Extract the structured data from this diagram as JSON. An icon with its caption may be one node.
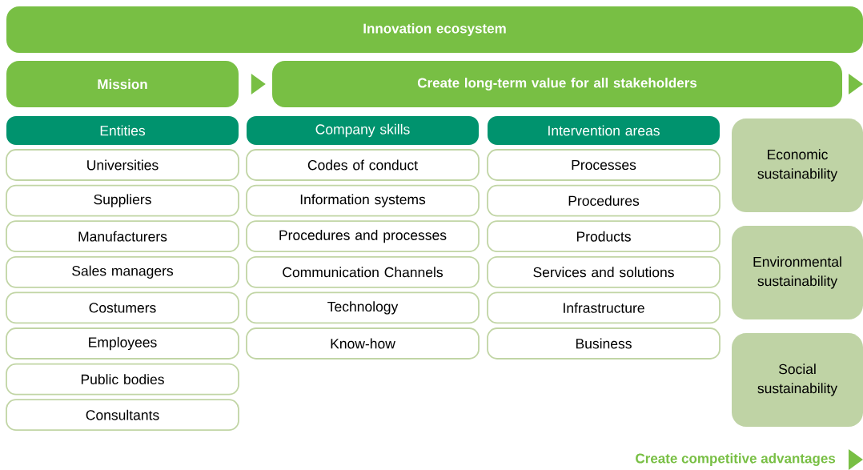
{
  "diagram": {
    "nodes": [
      {
        "text": [
          "Innovation ecosystem"
        ]
      },
      {
        "text": [
          "Mission"
        ]
      },
      {
        "text": [
          "Create long-term value for all stakeholders"
        ]
      },
      {
        "text": [
          "Entities"
        ]
      },
      {
        "text": [
          "Universities"
        ]
      },
      {
        "text": [
          "Suppliers"
        ]
      },
      {
        "text": [
          "Manufacturers"
        ]
      },
      {
        "text": [
          "Sales managers"
        ]
      },
      {
        "text": [
          "Costumers"
        ]
      },
      {
        "text": [
          "Employees"
        ]
      },
      {
        "text": [
          "Public bodies"
        ]
      },
      {
        "text": [
          "Consultants"
        ]
      },
      {
        "text": [
          "Company skills"
        ]
      },
      {
        "text": [
          "Codes of conduct"
        ]
      },
      {
        "text": [
          "Information systems"
        ]
      },
      {
        "text": [
          "Procedures and processes"
        ]
      },
      {
        "text": [
          "Communication Channels"
        ]
      },
      {
        "text": [
          "Technology"
        ]
      },
      {
        "text": [
          "Know-how"
        ]
      },
      {
        "text": [
          "Intervention areas"
        ]
      },
      {
        "text": [
          "Processes"
        ]
      },
      {
        "text": [
          "Procedures"
        ]
      },
      {
        "text": [
          "Products"
        ]
      },
      {
        "text": [
          "Services and solutions"
        ]
      },
      {
        "text": [
          "Infrastructure"
        ]
      },
      {
        "text": [
          "Business"
        ]
      },
      {
        "text": [
          "Economic sustainability"
        ]
      },
      {
        "text": [
          "Environmental sustainability"
        ]
      },
      {
        "text": [
          "Social sustainability"
        ]
      },
      {
        "text": [
          "Create competitive advantages"
        ]
      }
    ],
    "edges": [
      {
        "from": 1,
        "to": 2,
        "arrow": "to"
      },
      {
        "from": 2,
        "to": null,
        "arrow": "to"
      },
      {
        "from": 29,
        "to": null,
        "arrow": "to"
      }
    ]
  }
}
